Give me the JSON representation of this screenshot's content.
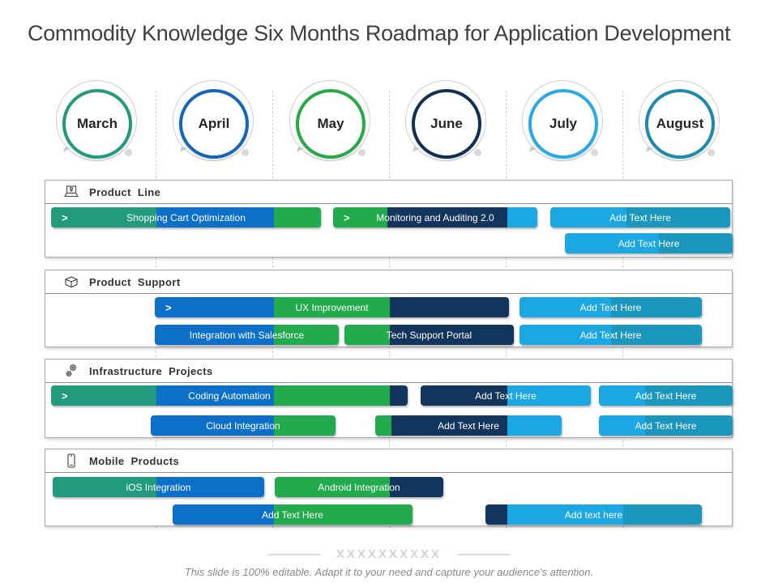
{
  "title": "Commodity Knowledge Six Months Roadmap for Application Development",
  "months": [
    {
      "label": "March",
      "color_key": "march"
    },
    {
      "label": "April",
      "color_key": "april"
    },
    {
      "label": "May",
      "color_key": "may"
    },
    {
      "label": "June",
      "color_key": "june"
    },
    {
      "label": "July",
      "color_key": "july"
    },
    {
      "label": "August",
      "color_key": "august"
    }
  ],
  "colors": {
    "teal": "#219a7d",
    "blue": "#0d70c8",
    "green": "#21ab4d",
    "navy": "#12355e",
    "lightblue": "#1aa7e2",
    "tealblue": "#1b96bd",
    "march": "#219a7d",
    "april": "#1566b8",
    "may": "#27a84a",
    "june": "#122f4e",
    "july": "#29aae1",
    "august": "#1e8aab"
  },
  "ui": {
    "chevron_glyph": ">"
  },
  "sections": [
    {
      "title": "Product Line",
      "icon": "laptop-icon",
      "rows": [
        {
          "bars": [
            {
              "label": "Shopping Cart Optimization",
              "chevron": true,
              "segments": [
                "teal",
                "blue",
                "green"
              ]
            },
            {
              "label": "Monitoring and Auditing 2.0",
              "chevron": true,
              "segments": [
                "green",
                "navy",
                "lightblue"
              ]
            },
            {
              "label": "Add Text Here",
              "chevron": false,
              "segments": [
                "lightblue",
                "tealblue"
              ]
            }
          ]
        },
        {
          "bars": [
            {
              "label": "Add Text Here",
              "chevron": false,
              "segments": [
                "lightblue",
                "tealblue"
              ]
            }
          ]
        }
      ]
    },
    {
      "title": "Product Support",
      "icon": "box-icon",
      "rows": [
        {
          "bars": [
            {
              "label": "UX Improvement",
              "chevron": true,
              "segments": [
                "blue",
                "green",
                "navy"
              ]
            },
            {
              "label": "Add Text Here",
              "chevron": false,
              "segments": [
                "lightblue",
                "tealblue"
              ]
            }
          ]
        },
        {
          "bars": [
            {
              "label": "Integration with Salesforce",
              "chevron": false,
              "segments": [
                "blue",
                "green"
              ]
            },
            {
              "label": "Tech Support Portal",
              "chevron": false,
              "segments": [
                "green",
                "navy"
              ]
            },
            {
              "label": "Add Text Here",
              "chevron": false,
              "segments": [
                "lightblue",
                "tealblue"
              ]
            }
          ]
        }
      ]
    },
    {
      "title": "Infrastructure Projects",
      "icon": "gears-icon",
      "rows": [
        {
          "bars": [
            {
              "label": "Coding Automation",
              "chevron": true,
              "segments": [
                "teal",
                "blue",
                "green",
                "navy"
              ]
            },
            {
              "label": "Add Text Here",
              "chevron": false,
              "segments": [
                "navy",
                "lightblue"
              ]
            },
            {
              "label": "Add Text Here",
              "chevron": false,
              "segments": [
                "lightblue",
                "tealblue"
              ]
            }
          ]
        },
        {
          "bars": [
            {
              "label": "Cloud Integration",
              "chevron": false,
              "segments": [
                "blue",
                "green"
              ]
            },
            {
              "label": "Add Text Here",
              "chevron": false,
              "segments": [
                "green",
                "navy",
                "lightblue"
              ]
            },
            {
              "label": "Add Text Here",
              "chevron": false,
              "segments": [
                "lightblue",
                "tealblue"
              ]
            }
          ]
        }
      ]
    },
    {
      "title": "Mobile Products",
      "icon": "smartphone-icon",
      "rows": [
        {
          "bars": [
            {
              "label": "iOS Integration",
              "chevron": false,
              "segments": [
                "teal",
                "blue"
              ]
            },
            {
              "label": "Android Integration",
              "chevron": false,
              "segments": [
                "green",
                "navy"
              ]
            }
          ]
        },
        {
          "bars": [
            {
              "label": "Add Text Here",
              "chevron": false,
              "segments": [
                "blue",
                "green"
              ]
            },
            {
              "label": "Add text here",
              "chevron": false,
              "segments": [
                "navy",
                "lightblue",
                "tealblue"
              ]
            }
          ]
        }
      ]
    }
  ],
  "footer": {
    "watermark": "XXXXXXXXXX",
    "caption": "This slide is 100% editable. Adapt it to your need and capture your audience's attention."
  }
}
